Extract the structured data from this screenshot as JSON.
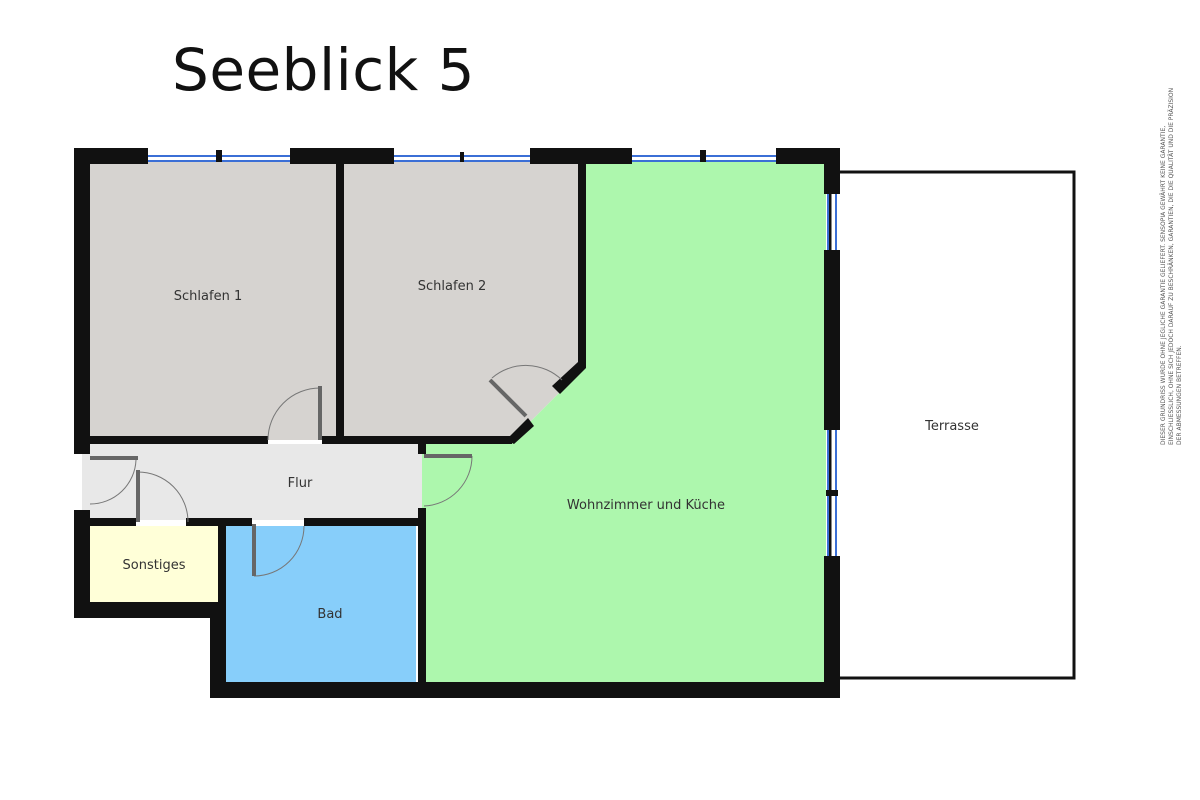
{
  "title": "Seeblick 5",
  "colors": {
    "wall": "#111111",
    "sleeping_rooms": "#d6d3d0",
    "living": "#adf7ad",
    "bath": "#87cefa",
    "storage": "#ffffd8",
    "hallway": "#e8e8e8",
    "terrace": "#ffffff",
    "window": "#3b6fd6"
  },
  "rooms": {
    "schlafen1": "Schlafen 1",
    "schlafen2": "Schlafen 2",
    "flur": "Flur",
    "wohnzimmer": "Wohnzimmer und Küche",
    "sonstiges": "Sonstiges",
    "bad": "Bad",
    "terrasse": "Terrasse"
  },
  "disclaimer": "Dieser Grundriss wurde ohne jegliche Garantie geliefert. Sensopia gewährt keine Garantie, einschließlich, ohne sich jedoch darauf zu beschränken, Garantien, die die Qualität und die Präzision der Abmessungen betreffen."
}
